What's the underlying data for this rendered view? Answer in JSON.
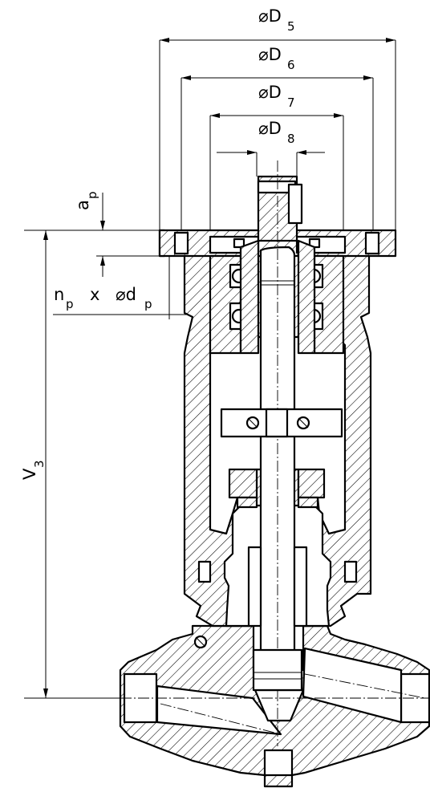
{
  "dimension_labels": {
    "D5": {
      "symbol": "⌀D",
      "sub": "5"
    },
    "D6": {
      "symbol": "⌀D",
      "sub": "6"
    },
    "D7": {
      "symbol": "⌀D",
      "sub": "7"
    },
    "D8": {
      "symbol": "⌀D",
      "sub": "8"
    },
    "ap": {
      "symbol": "a",
      "sub": "p"
    },
    "np": {
      "symbol": "n",
      "sub": "p"
    },
    "x": {
      "symbol": "x"
    },
    "dp": {
      "symbol": "⌀d",
      "sub": "p"
    },
    "V3": {
      "symbol": "V",
      "sub": "3"
    }
  }
}
